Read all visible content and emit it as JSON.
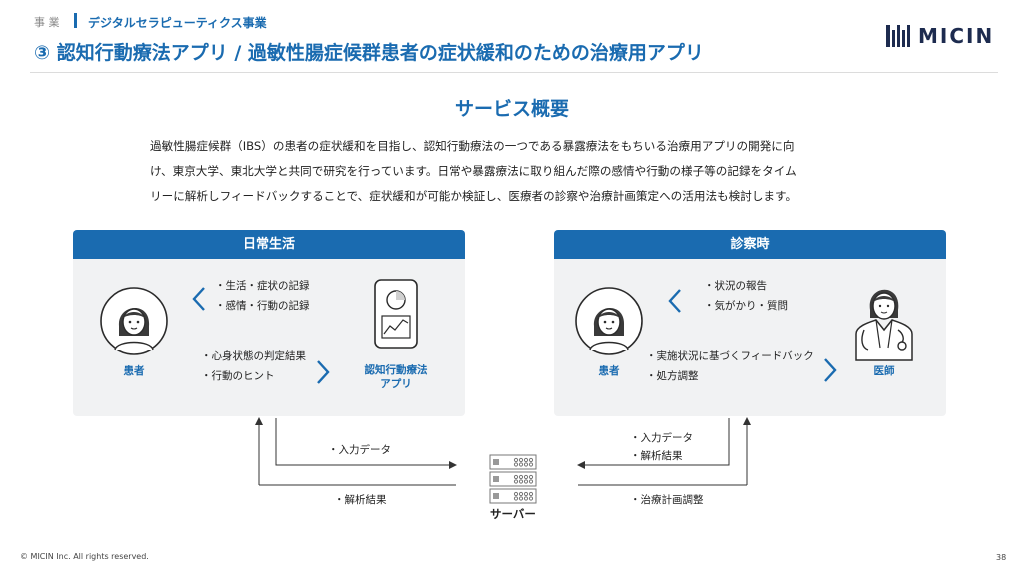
{
  "header": {
    "category": "事 業",
    "subcategory": "デジタルセラピューティクス事業",
    "title": "③ 認知行動療法アプリ / 過敏性腸症候群患者の症状緩和のための治療用アプリ",
    "logo_text": "MICIN"
  },
  "service": {
    "title": "サービス概要",
    "lines": [
      "過敏性腸症候群（IBS）の患者の症状緩和を目指し、認知行動療法の一つである暴露療法をもちいる治療用アプリの開発に向",
      "け、東京大学、東北大学と共同で研究を行っています。日常や暴露療法に取り組んだ際の感情や行動の様子等の記録をタイム",
      "リーに解析しフィードバックすることで、症状緩和が可能か検証し、医療者の診察や治療計画策定への活用法も検討します。"
    ]
  },
  "daily": {
    "header": "日常生活",
    "patient_label": "患者",
    "app_label_1": "認知行動療法",
    "app_label_2": "アプリ",
    "to_app": [
      "・生活・症状の記録",
      "・感情・行動の記録"
    ],
    "to_patient": [
      "・心身状態の判定結果",
      "・行動のヒント"
    ]
  },
  "consult": {
    "header": "診察時",
    "patient_label": "患者",
    "doctor_label": "医師",
    "to_doctor": [
      "・状況の報告",
      "・気がかり・質問"
    ],
    "to_patient": [
      "・実施状況に基づくフィードバック",
      "・処方調整"
    ]
  },
  "server": {
    "label": "サーバー",
    "left_in": "・入力データ",
    "left_out": "・解析結果",
    "right_in": [
      "・入力データ",
      "・解析結果"
    ],
    "right_out": "・治療計画調整"
  },
  "footer": {
    "copyright": "© MICIN Inc.  All rights reserved.",
    "page": "38"
  },
  "colors": {
    "accent": "#1a6bb0",
    "panel": "#f1f2f3",
    "logo": "#1d2b4f"
  }
}
